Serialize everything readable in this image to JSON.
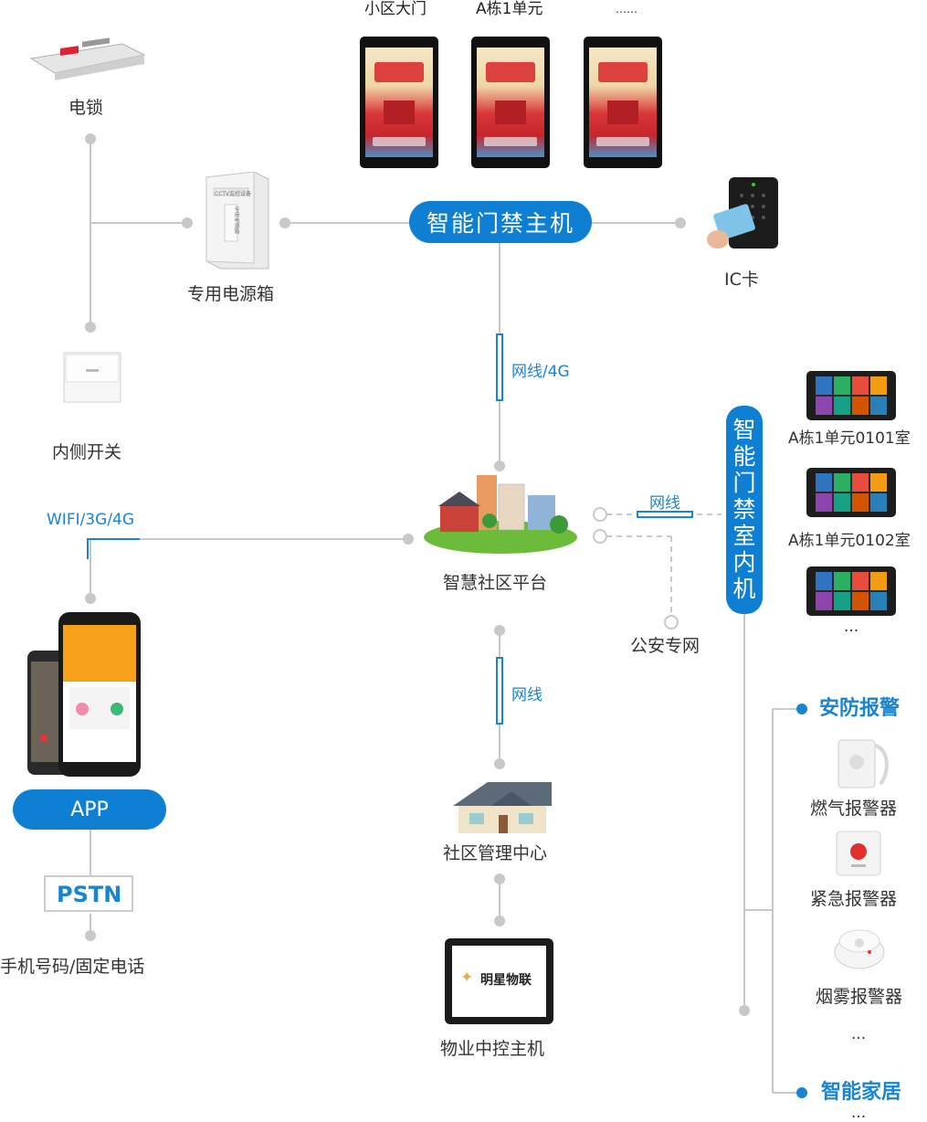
{
  "devices": {
    "lock": "电锁",
    "power_box": "专用电源箱",
    "inner_switch": "内侧开关",
    "ic_card": "IC卡",
    "door_labels": [
      "小区大门",
      "A栋1单元",
      "……"
    ],
    "power_box_sticker": "CCTV监控设备",
    "power_box_text": "专用电源箱"
  },
  "main_host": "智能门禁主机",
  "indoor_unit": "智能门禁室内机",
  "indoor_rooms": [
    "A栋1单元0101室",
    "A栋1单元0102室",
    "..."
  ],
  "platform": "智慧社区平台",
  "police": "公安专网",
  "management": "社区管理中心",
  "property_host": "物业中控主机",
  "property_brand": "明星物联",
  "app": "APP",
  "pstn": "PSTN",
  "phone": "手机号码/固定电话",
  "links": {
    "host_to_platform": "网线/4G",
    "platform_to_indoor": "网线",
    "platform_to_mgmt": "网线",
    "app_link": "WIFI/3G/4G"
  },
  "security": {
    "title": "安防报警",
    "items": [
      "燃气报警器",
      "紧急报警器",
      "烟雾报警器"
    ],
    "more": "..."
  },
  "smart_home": {
    "title": "智能家居",
    "more": "..."
  },
  "colors": {
    "accent": "#0f7fd3",
    "line": "#c8c8c8",
    "connector": "#1a84d1"
  }
}
